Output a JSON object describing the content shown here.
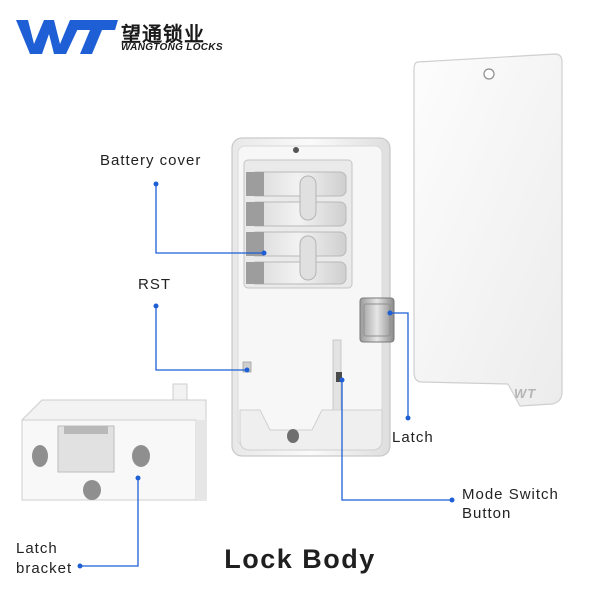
{
  "logo": {
    "brand_mark": "WT",
    "chinese_name": "望通锁业",
    "english_name": "WANGTONG LOCKS"
  },
  "labels": {
    "battery_cover": "Battery cover",
    "rst": "RST",
    "latch": "Latch",
    "mode_switch_line1": "Mode Switch",
    "mode_switch_line2": "Button",
    "latch_bracket_line1": "Latch",
    "latch_bracket_line2": "bracket"
  },
  "title": "Lock Body",
  "cover_mark": "WT",
  "colors": {
    "callout_blue": "#1f5fd6",
    "logo_blue": "#1f5fd6",
    "body_white": "#f4f4f4"
  }
}
